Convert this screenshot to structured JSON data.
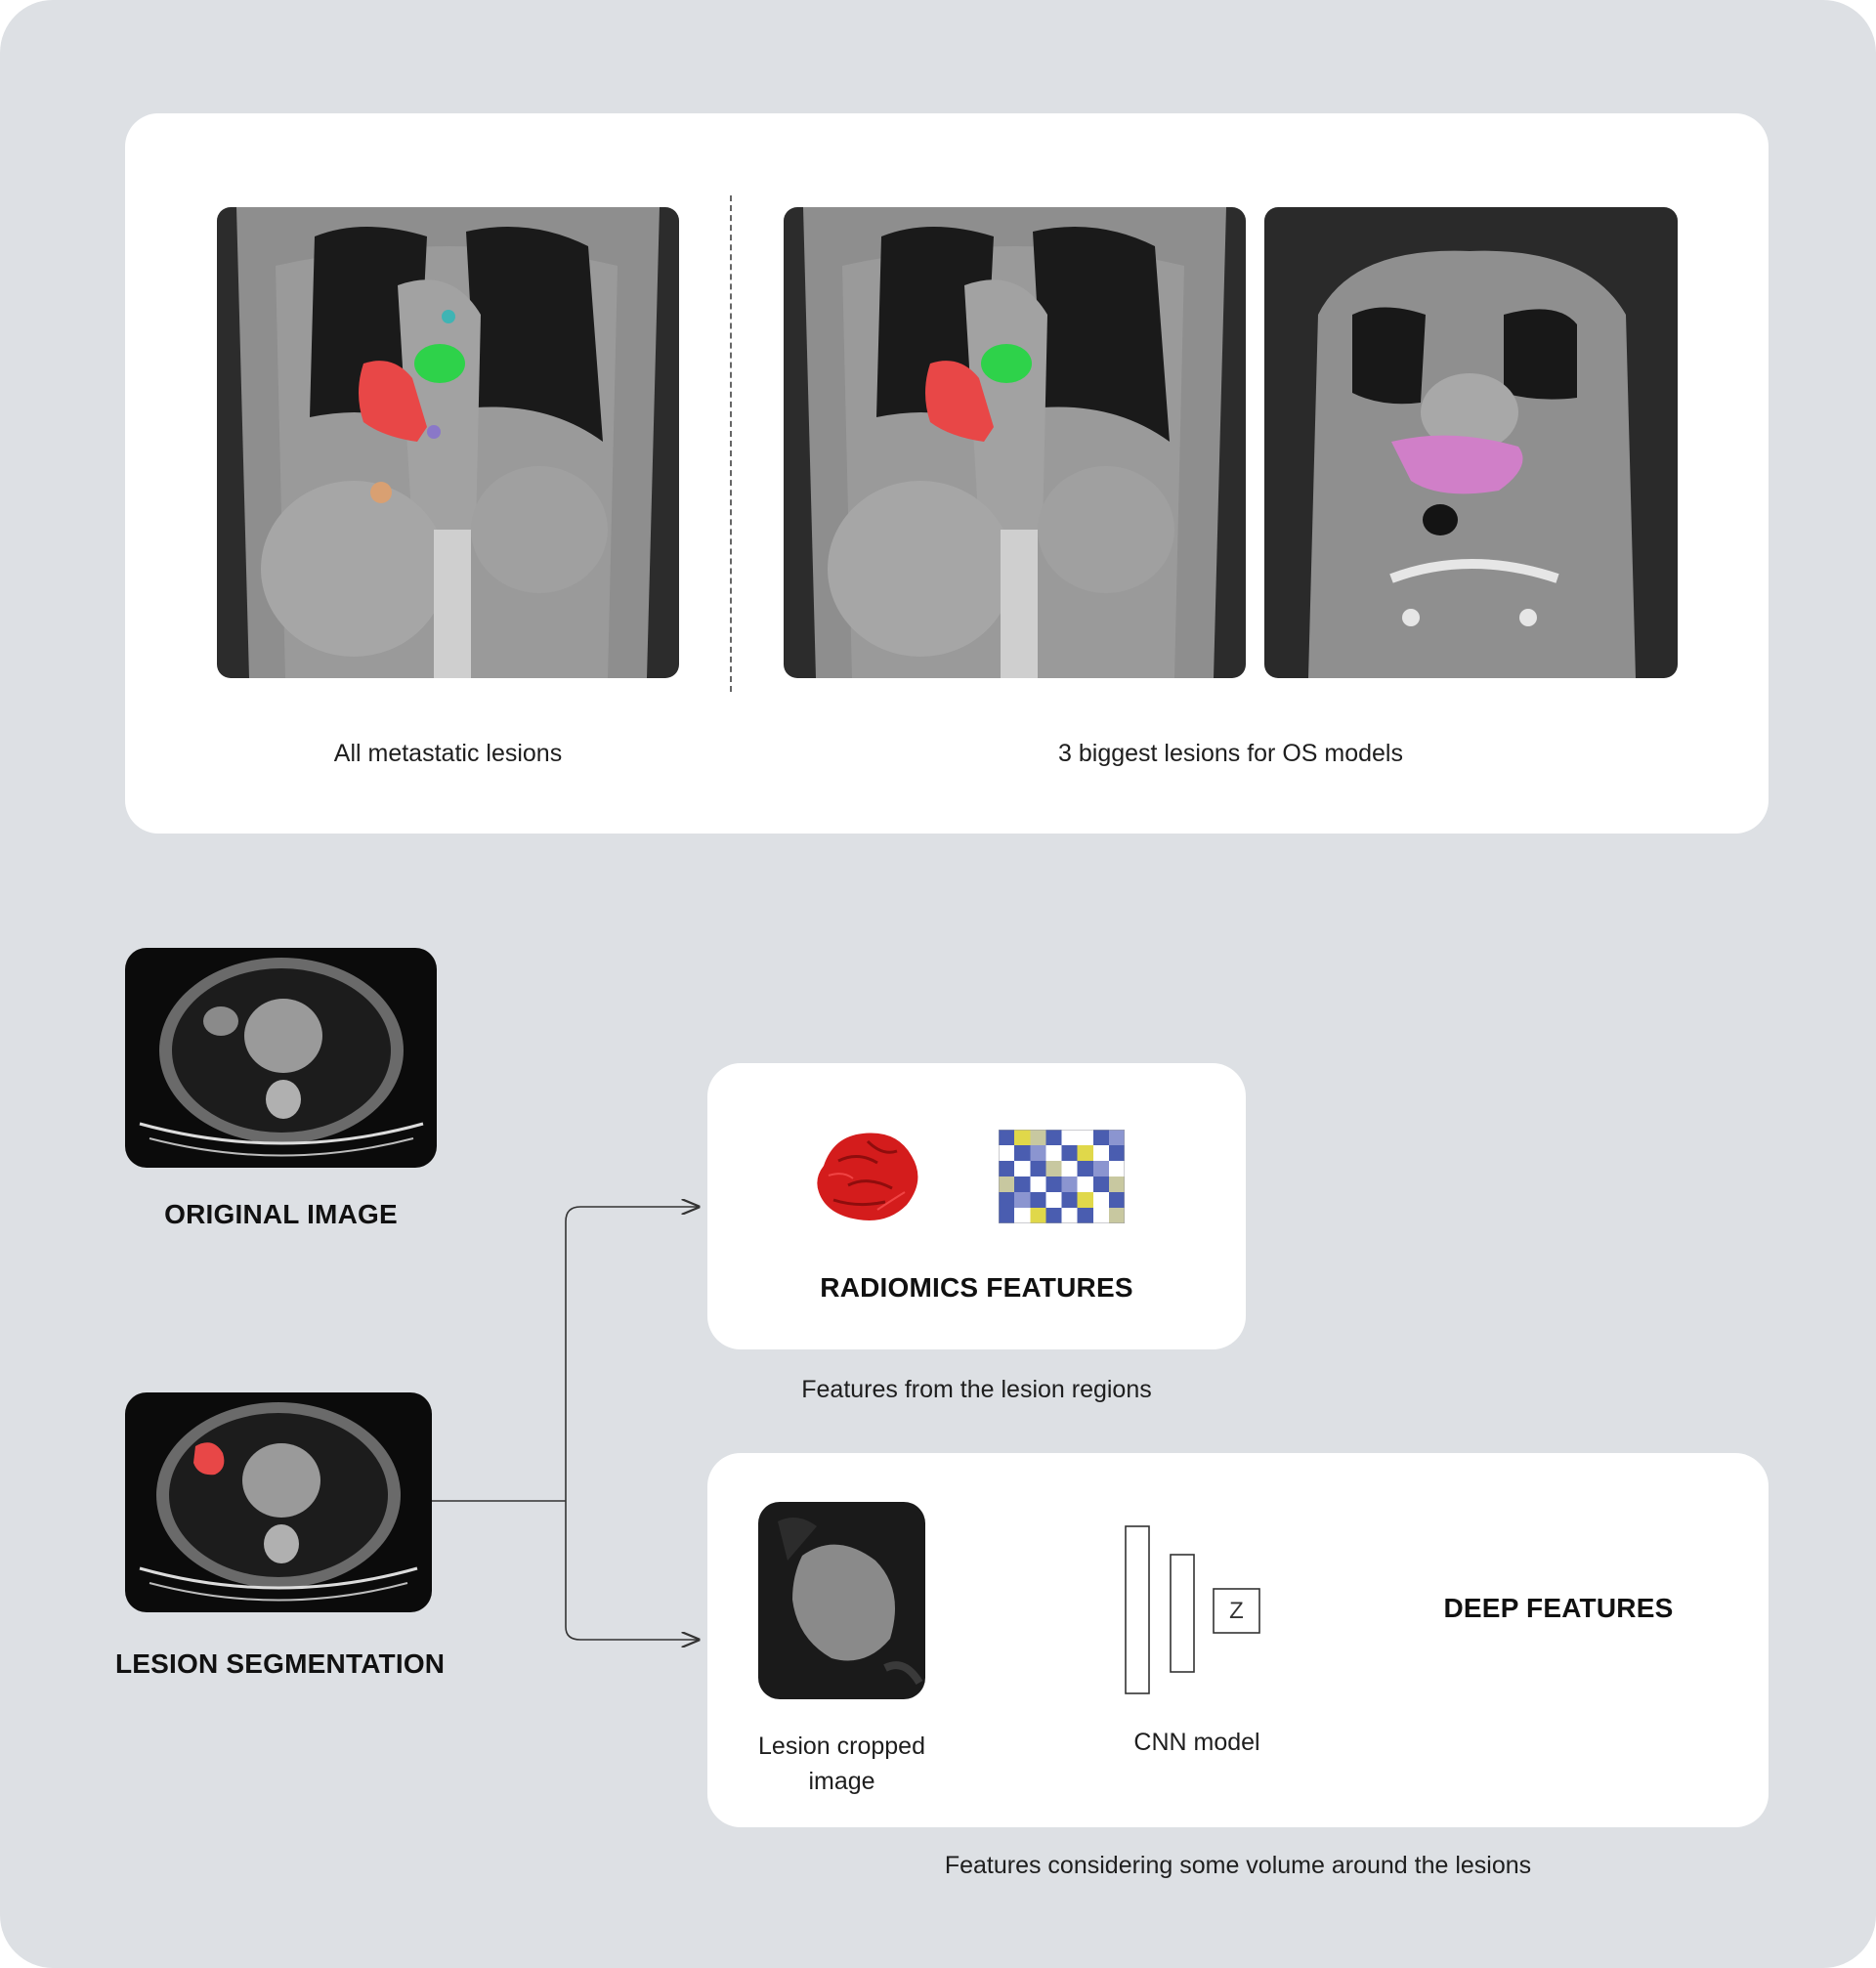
{
  "top_section": {
    "left_caption": "All metastatic lesions",
    "right_caption": "3 biggest lesions for OS models"
  },
  "pipeline": {
    "original_image_label": "ORIGINAL IMAGE",
    "lesion_segmentation_label": "LESION SEGMENTATION",
    "radiomics": {
      "title": "RADIOMICS FEATURES",
      "caption": "Features from the lesion regions"
    },
    "deep": {
      "cropped_label": "Lesion cropped image",
      "cnn_label": "CNN model",
      "latent_symbol": "Z",
      "title": "DEEP FEATURES",
      "caption": "Features considering some volume around the lesions"
    }
  },
  "colors": {
    "background": "#dde0e4",
    "card": "#ffffff",
    "lesion_red": "#e84747",
    "lesion_green": "#2ed24a",
    "lesion_cyan": "#3fb4b4",
    "lesion_purple": "#8a78c8",
    "lesion_orange": "#d9a072",
    "lesion_magenta": "#d07fc8",
    "heatmap_blue": "#4a5db0",
    "heatmap_yellow": "#e0d84a"
  }
}
